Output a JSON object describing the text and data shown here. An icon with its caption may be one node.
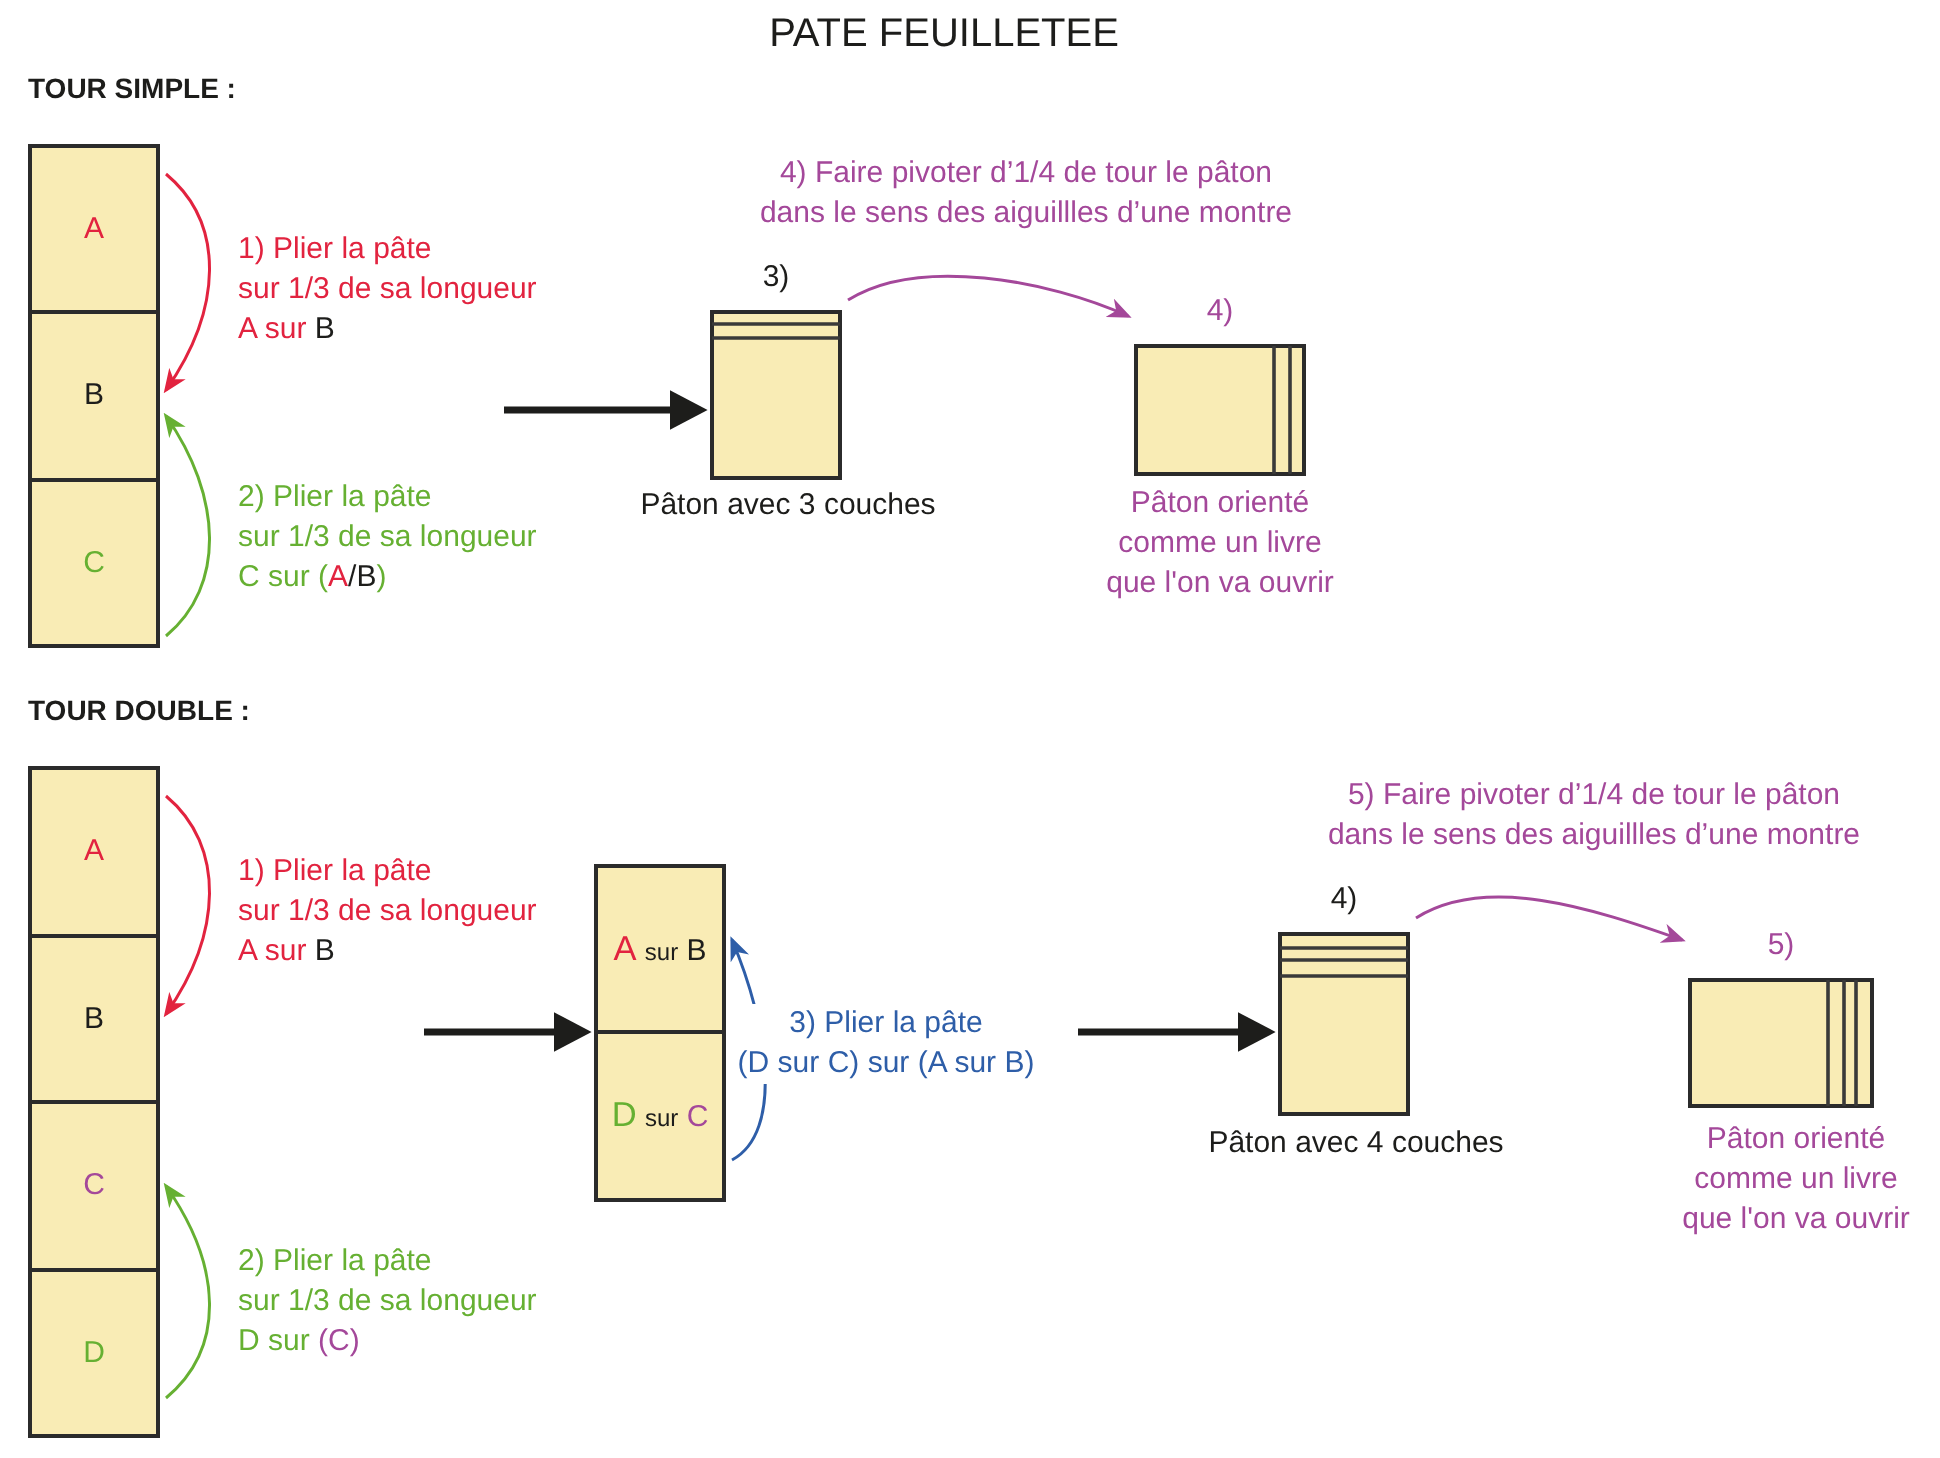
{
  "diagram": {
    "title": "PATE FEUILLETEE",
    "nodes": [
      {
        "text": [
          "A"
        ]
      },
      {
        "text": [
          "B"
        ]
      },
      {
        "text": [
          "C"
        ]
      },
      {
        "text": [
          "3)"
        ],
        "beside": [
          "Pâton avec 3 couches"
        ]
      },
      {
        "text": [
          "4)"
        ],
        "beside": [
          "Pâton orienté comme un livre que l'on va ouvrir"
        ]
      },
      {
        "text": [
          "A"
        ]
      },
      {
        "text": [
          "B"
        ]
      },
      {
        "text": [
          "C"
        ]
      },
      {
        "text": [
          "D"
        ]
      },
      {
        "text": [],
        "shape": "box"
      },
      {
        "text": [
          "A sur B"
        ],
        "in": 9
      },
      {
        "text": [
          "D sur C"
        ],
        "in": 9
      },
      {
        "text": [
          "4)"
        ],
        "beside": [
          "Pâton avec 4 couches"
        ]
      },
      {
        "text": [
          "5)"
        ],
        "beside": [
          "Pâton orienté comme un livre que l'on va ouvrir"
        ]
      }
    ],
    "edges": [
      {
        "from": 0,
        "to": 1,
        "arrow": "to",
        "label": "1) Plier la pâte sur 1/3 de sa longueur A sur B",
        "color": "#e2233f"
      },
      {
        "from": 2,
        "to": 1,
        "arrow": "to",
        "label": "2) Plier la pâte sur 1/3 de sa longueur C sur (A/B)",
        "color": "#66b032"
      },
      {
        "from": null,
        "to": 3,
        "arrow": "to",
        "style": "thick"
      },
      {
        "from": 3,
        "to": 4,
        "arrow": "to",
        "label": "4) Faire pivoter d’1/4 de tour le pâton dans le sens des aiguillles d’une montre",
        "color": "#a4489a"
      },
      {
        "from": 5,
        "to": 6,
        "arrow": "to",
        "label": "1) Plier la pâte sur 1/3 de sa longueur A sur B",
        "color": "#e2233f"
      },
      {
        "from": 8,
        "to": 7,
        "arrow": "to",
        "label": "2) Plier la pâte sur 1/3 de sa longueur D sur (C)",
        "color": "#66b032"
      },
      {
        "from": null,
        "to": 9,
        "arrow": "to",
        "style": "thick"
      },
      {
        "from": 11,
        "to": 10,
        "arrow": "to",
        "label": "3) Plier la pâte (D sur C) sur (A sur B)",
        "color": "#2e5ea8"
      },
      {
        "from": null,
        "to": 12,
        "arrow": "to",
        "style": "thick"
      },
      {
        "from": 12,
        "to": 13,
        "arrow": "to",
        "label": "5) Faire pivoter d’1/4 de tour le pâton dans le sens des aiguillles d’une montre",
        "color": "#a4489a"
      }
    ],
    "labels": [
      "TOUR SIMPLE :",
      "TOUR DOUBLE :"
    ]
  }
}
